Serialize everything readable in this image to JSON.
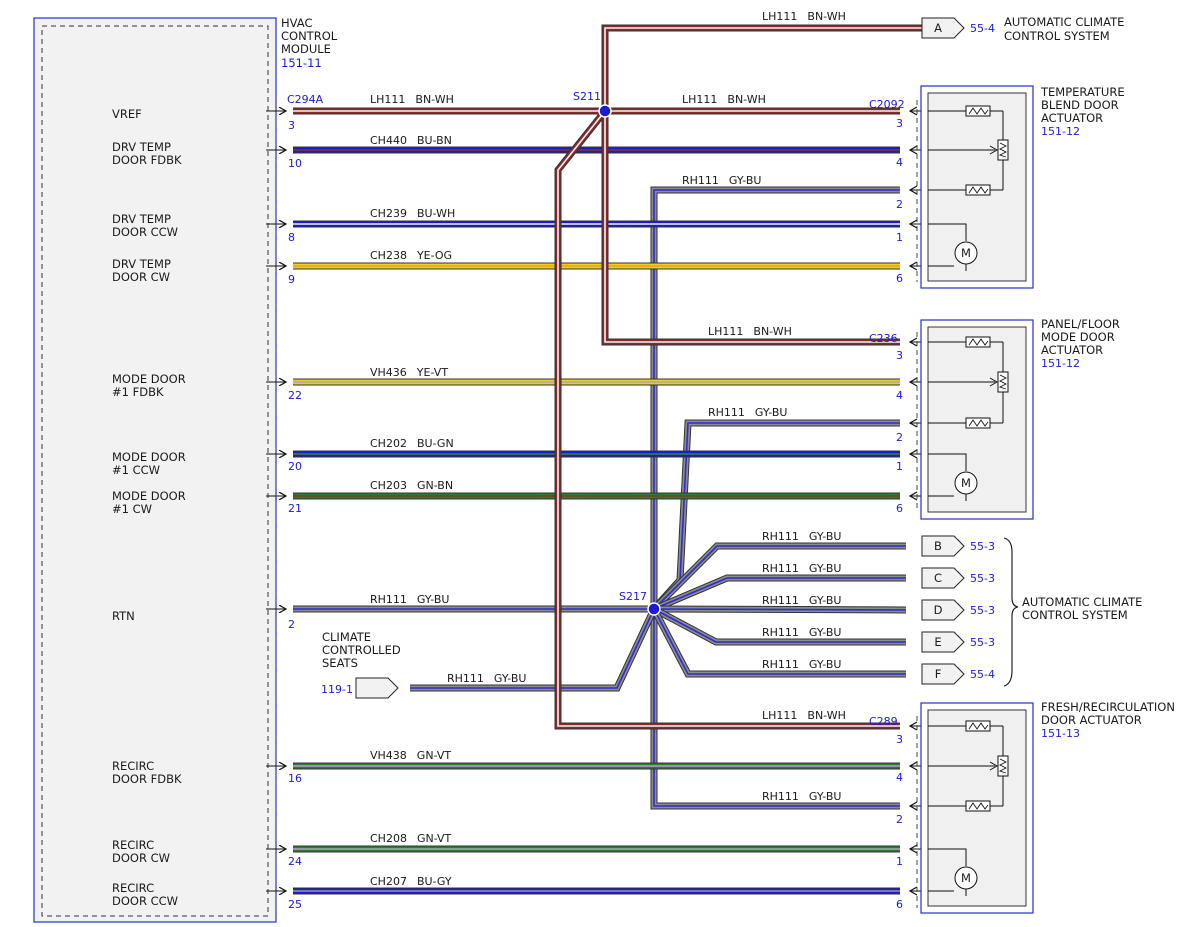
{
  "module": {
    "name_lines": [
      "HVAC",
      "CONTROL",
      "MODULE"
    ],
    "ref": "151-11",
    "connector": "C294A"
  },
  "module_pins": [
    {
      "signal_lines": [
        "VREF"
      ],
      "pin": "3"
    },
    {
      "signal_lines": [
        "DRV TEMP",
        "DOOR FDBK"
      ],
      "pin": "10"
    },
    {
      "signal_lines": [
        "DRV TEMP",
        "DOOR CCW"
      ],
      "pin": "8"
    },
    {
      "signal_lines": [
        "DRV TEMP",
        "DOOR CW"
      ],
      "pin": "9"
    },
    {
      "signal_lines": [
        "MODE DOOR",
        "#1 FDBK"
      ],
      "pin": "22"
    },
    {
      "signal_lines": [
        "MODE DOOR",
        "#1 CCW"
      ],
      "pin": "20"
    },
    {
      "signal_lines": [
        "MODE DOOR",
        "#1 CW"
      ],
      "pin": "21"
    },
    {
      "signal_lines": [
        "RTN"
      ],
      "pin": "2"
    },
    {
      "signal_lines": [
        "RECIRC",
        "DOOR FDBK"
      ],
      "pin": "16"
    },
    {
      "signal_lines": [
        "RECIRC",
        "DOOR CW"
      ],
      "pin": "24"
    },
    {
      "signal_lines": [
        "RECIRC",
        "DOOR CCW"
      ],
      "pin": "25"
    }
  ],
  "wires": [
    {
      "circuit": "LH111",
      "color": "BN-WH",
      "from_pin": "3",
      "to_pin": "3",
      "color_main": "#8b2a2a",
      "color_stripe": "#f4f4f4"
    },
    {
      "circuit": "CH440",
      "color": "BU-BN",
      "from_pin": "10",
      "to_pin": "4",
      "color_main": "#1b1bd0",
      "color_stripe": "#7a3b2a"
    },
    {
      "circuit": "CH239",
      "color": "BU-WH",
      "from_pin": "8",
      "to_pin": "1",
      "color_main": "#1b1bd0",
      "color_stripe": "#f4f4f4"
    },
    {
      "circuit": "CH238",
      "color": "YE-OG",
      "from_pin": "9",
      "to_pin": "6",
      "color_main": "#e8d21a",
      "color_stripe": "#f29a2e"
    },
    {
      "circuit": "VH436",
      "color": "YE-VT",
      "from_pin": "22",
      "to_pin": "4",
      "color_main": "#e8d21a",
      "color_stripe": "#b79bd0"
    },
    {
      "circuit": "CH202",
      "color": "BU-GN",
      "from_pin": "20",
      "to_pin": "1",
      "color_main": "#1b1bd0",
      "color_stripe": "#2e8b3a"
    },
    {
      "circuit": "CH203",
      "color": "GN-BN",
      "from_pin": "21",
      "to_pin": "6",
      "color_main": "#2e7d2e",
      "color_stripe": "#7a3b2a"
    },
    {
      "circuit": "RH111",
      "color": "GY-BU",
      "from_pin": "2",
      "color_main": "#8c8c8c",
      "color_stripe": "#2b2bd8"
    },
    {
      "circuit": "VH438",
      "color": "GN-VT",
      "from_pin": "16",
      "to_pin": "4",
      "color_main": "#2e7d2e",
      "color_stripe": "#b79bd0"
    },
    {
      "circuit": "CH208",
      "color": "GN-VT",
      "from_pin": "24",
      "to_pin": "1",
      "color_main": "#2e7d2e",
      "color_stripe": "#b79bd0"
    },
    {
      "circuit": "CH207",
      "color": "BU-GY",
      "from_pin": "25",
      "to_pin": "6",
      "color_main": "#1b1bd0",
      "color_stripe": "#9a9a9a"
    }
  ],
  "splices": {
    "s211": "S211",
    "s217": "S217"
  },
  "lh111_branches": [
    {
      "circuit": "LH111",
      "color": "BN-WH",
      "destination": "A",
      "ref": "55-4"
    },
    {
      "circuit": "LH111",
      "color": "BN-WH",
      "connector": "C2092",
      "pin": "3"
    },
    {
      "circuit": "LH111",
      "color": "BN-WH",
      "connector": "C236",
      "pin": "3"
    },
    {
      "circuit": "LH111",
      "color": "BN-WH",
      "connector": "C289",
      "pin": "3"
    }
  ],
  "rh111_branches": [
    {
      "circuit": "RH111",
      "color": "GY-BU",
      "pin": "2",
      "target": "C2092"
    },
    {
      "circuit": "RH111",
      "color": "GY-BU",
      "pin": "2",
      "target": "C236"
    },
    {
      "circuit": "RH111",
      "color": "GY-BU",
      "destination": "B",
      "ref": "55-3"
    },
    {
      "circuit": "RH111",
      "color": "GY-BU",
      "destination": "C",
      "ref": "55-3"
    },
    {
      "circuit": "RH111",
      "color": "GY-BU",
      "destination": "D",
      "ref": "55-3"
    },
    {
      "circuit": "RH111",
      "color": "GY-BU",
      "destination": "E",
      "ref": "55-3"
    },
    {
      "circuit": "RH111",
      "color": "GY-BU",
      "destination": "F",
      "ref": "55-4"
    },
    {
      "circuit": "RH111",
      "color": "GY-BU",
      "destination": "CLIMATE CONTROLLED SEATS",
      "ref": "119-1"
    },
    {
      "circuit": "RH111",
      "color": "GY-BU",
      "pin": "2",
      "target": "C289"
    }
  ],
  "actuators": [
    {
      "name_lines": [
        "TEMPERATURE",
        "BLEND DOOR",
        "ACTUATOR"
      ],
      "ref": "151-12",
      "connector": "C2092"
    },
    {
      "name_lines": [
        "PANEL/FLOOR",
        "MODE DOOR",
        "ACTUATOR"
      ],
      "ref": "151-12",
      "connector": "C236"
    },
    {
      "name_lines": [
        "FRESH/RECIRCULATION",
        "DOOR ACTUATOR"
      ],
      "ref": "151-13",
      "connector": "C289"
    }
  ],
  "offpage": {
    "acs_top_lines": [
      "AUTOMATIC CLIMATE",
      "CONTROL SYSTEM"
    ],
    "acs_mid_lines": [
      "AUTOMATIC CLIMATE",
      "CONTROL SYSTEM"
    ],
    "seats_lines": [
      "CLIMATE",
      "CONTROLLED",
      "SEATS"
    ],
    "seats_ref": "119-1"
  },
  "motor_label": "M"
}
